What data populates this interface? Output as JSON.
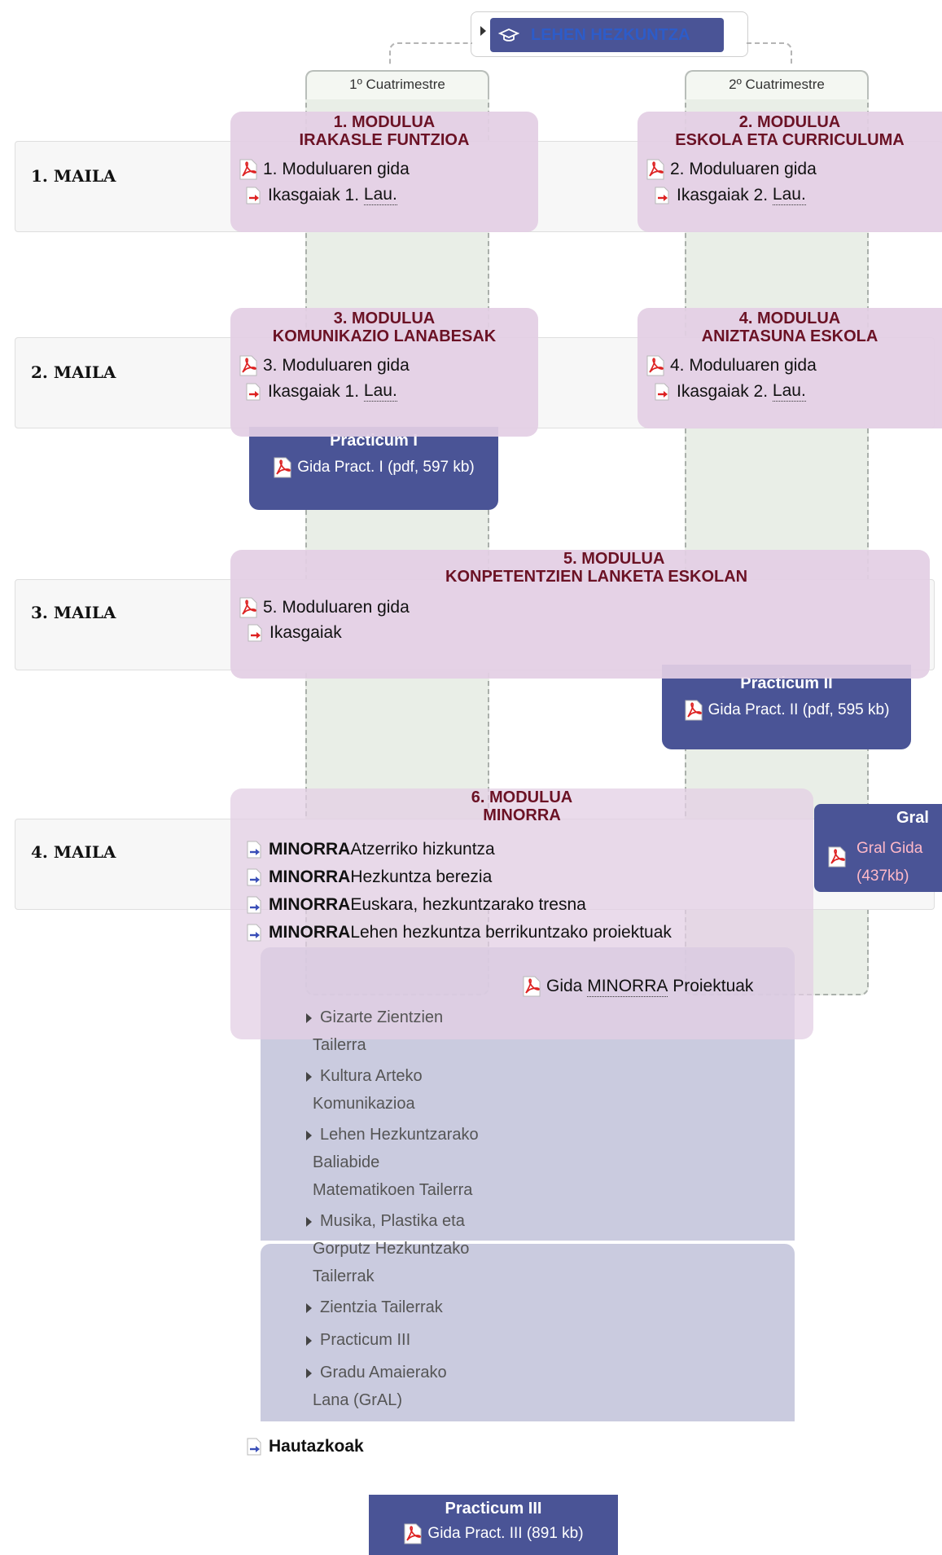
{
  "root": {
    "label": "LEHEN HEZKUNTZA"
  },
  "semesters": [
    "1º Cuatrimestre",
    "2º Cuatrimestre"
  ],
  "years": [
    "1. MAILA",
    "2. MAILA",
    "3. MAILA",
    "4. MAILA"
  ],
  "modules": {
    "m1": {
      "title1": "1. MODULUA",
      "title2": "IRAKASLE FUNTZIOA",
      "guide": "1. Moduluaren gida",
      "subjects": "Ikasgaiak 1.",
      "abbr": "Lau."
    },
    "m2": {
      "title1": "2. MODULUA",
      "title2": "ESKOLA ETA CURRICULUMA",
      "guide": "2. Moduluaren gida",
      "subjects": "Ikasgaiak 2.",
      "abbr": "Lau."
    },
    "m3": {
      "title1": "3. MODULUA",
      "title2": "KOMUNIKAZIO LANABESAK",
      "guide": "3. Moduluaren gida",
      "subjects": "Ikasgaiak 1.",
      "abbr": "Lau."
    },
    "m4": {
      "title1": "4. MODULUA",
      "title2": "ANIZTASUNA ESKOLA",
      "guide": "4. Moduluaren gida",
      "subjects": "Ikasgaiak 2.",
      "abbr": "Lau."
    },
    "m5": {
      "title1": "5. MODULUA",
      "title2": "KONPETENTZIEN LANKETA ESKOLAN",
      "guide": "5. Moduluaren gida",
      "subjects": "Ikasgaiak"
    },
    "m6": {
      "title1": "6. MODULUA",
      "title2": "MINORRA",
      "minors": [
        {
          "bold": "MINORRA",
          "rest": " Atzerriko hizkuntza"
        },
        {
          "bold": "MINORRA",
          "rest": " Hezkuntza berezia"
        },
        {
          "bold": "MINORRA",
          "rest": " Euskara, hezkuntzarako tresna"
        },
        {
          "bold": "MINORRA",
          "rest": " Lehen hezkuntza berrikuntzako proiektuak"
        }
      ],
      "guide_pre": "Gida ",
      "guide_abbr": "MINORRA",
      "guide_post": " Proiektuak"
    }
  },
  "practicum": {
    "p1": {
      "title": "Practicum I",
      "link": "Gida Pract. I (pdf, 597 kb)"
    },
    "p2": {
      "title": "Practicum II",
      "link": "Gida Pract. II (pdf, 595 kb)"
    },
    "p3": {
      "title": "Practicum III",
      "link": "Gida Pract. III (891 kb)"
    }
  },
  "gral": {
    "title": "Gral",
    "link1": "Gral Gida",
    "link2": "(437kb)"
  },
  "dropdown": {
    "items": [
      [
        "Gizarte Zientzien",
        "Tailerra"
      ],
      [
        "Kultura Arteko",
        "Komunikazioa"
      ],
      [
        "Lehen Hezkuntzarako",
        "Baliabide",
        "Matematikoen Tailerra"
      ],
      [
        "Musika, Plastika eta",
        "Gorputz Hezkuntzako",
        "Tailerrak"
      ],
      [
        "Zientzia Tailerrak"
      ],
      [
        "Practicum III"
      ],
      [
        "Gradu Amaierako",
        "Lana (GrAL)"
      ]
    ]
  },
  "electives": {
    "label": "Hautazkoak"
  },
  "colors": {
    "module_bg": "#e3cfe4",
    "module_title": "#6b1225",
    "practicum_bg": "#4a5496",
    "column_bg": "#e9eee7"
  }
}
